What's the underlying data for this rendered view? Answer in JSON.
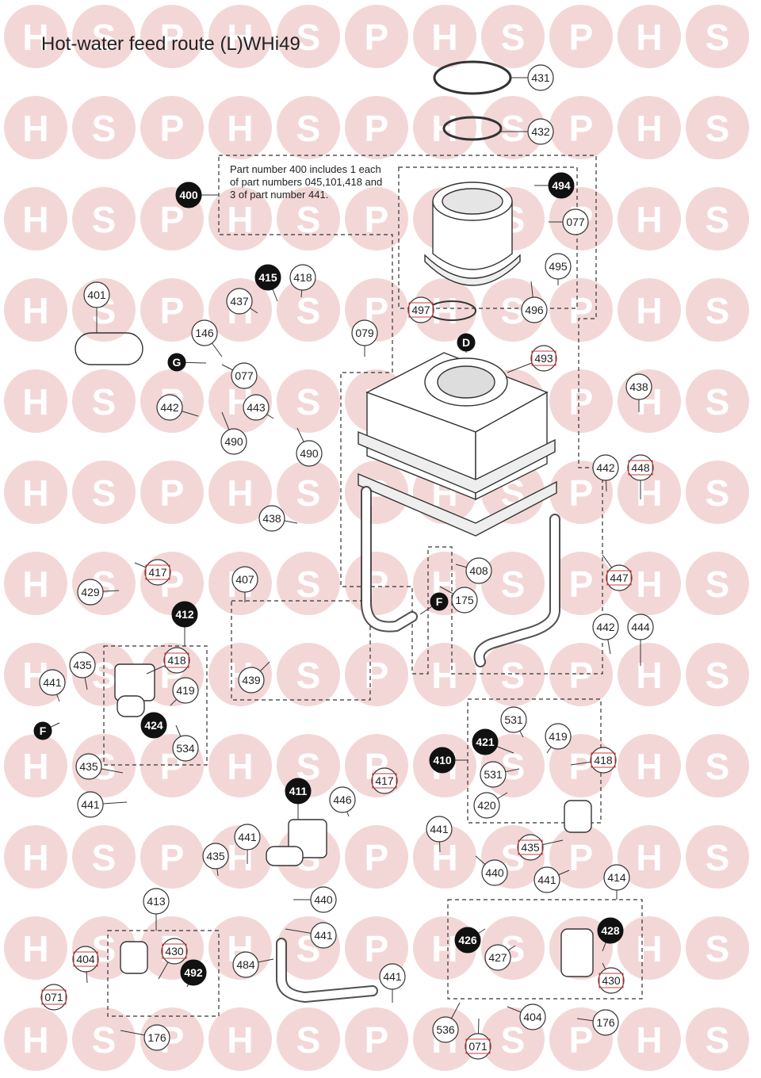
{
  "title": "Hot-water feed route (L)WHi49",
  "note": "Part number 400 includes 1 each of part numbers 045,101,418 and 3 of part number 441.",
  "watermark": {
    "letters": [
      "H",
      "S",
      "P"
    ],
    "color": "#f3d7d7"
  },
  "colors": {
    "dark_badge": "#111111",
    "boxed_accent": "#d23a3a",
    "line": "#333333"
  },
  "callouts": {
    "p431": "431",
    "p432": "432",
    "p400": "400",
    "p494": "494",
    "p077a": "077",
    "p415": "415",
    "p418a": "418",
    "p495": "495",
    "p401": "401",
    "p437": "437",
    "p497": "497",
    "p496": "496",
    "p146": "146",
    "p079": "079",
    "pD": "D",
    "pG": "G",
    "p077b": "077",
    "p493": "493",
    "p438a": "438",
    "p442a": "442",
    "p443": "443",
    "p490a": "490",
    "p490b": "490",
    "p442b": "442",
    "p448": "448",
    "p438b": "438",
    "p417a": "417",
    "p408": "408",
    "p447": "447",
    "p429": "429",
    "p407": "407",
    "pF1": "F",
    "p175": "175",
    "p412": "412",
    "p418b": "418",
    "p442c": "442",
    "p444": "444",
    "p435a": "435",
    "p441a": "441",
    "p419a": "419",
    "p439": "439",
    "pF2": "F",
    "p424": "424",
    "p534": "534",
    "p531a": "531",
    "p421": "421",
    "p419b": "419",
    "p410": "410",
    "p418c": "418",
    "p531b": "531",
    "p435b": "435",
    "p411": "411",
    "p417b": "417",
    "p446": "446",
    "p420": "420",
    "p441b": "441",
    "p441c": "441",
    "p435c": "435",
    "p440a": "440",
    "p435d": "435",
    "p441d": "441",
    "p414": "414",
    "p413": "413",
    "p440b": "440",
    "p441e": "441",
    "p426": "426",
    "p428": "428",
    "p430a": "430",
    "p484": "484",
    "p427": "427",
    "p404a": "404",
    "p492": "492",
    "p441f": "441",
    "p071a": "071",
    "p430b": "430",
    "p176a": "176",
    "p536": "536",
    "p404b": "404",
    "p176b": "176",
    "p071b": "071"
  }
}
